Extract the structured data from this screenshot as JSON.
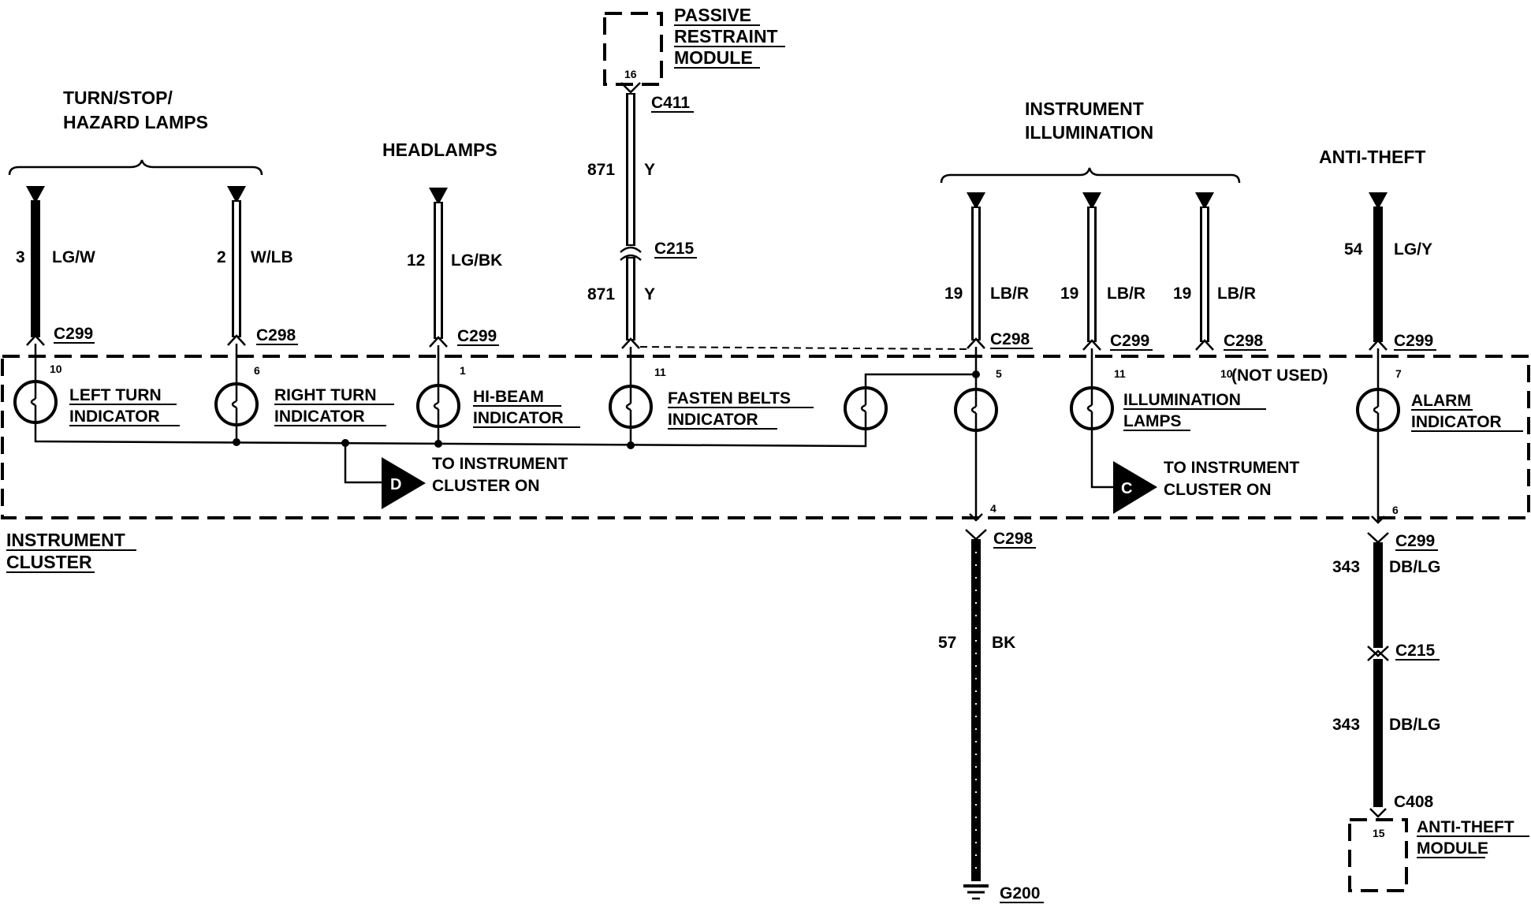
{
  "groups": {
    "turn_stop_hazard_line1": "TURN/STOP/",
    "turn_stop_hazard_line2": "HAZARD LAMPS",
    "headlamps": "HEADLAMPS",
    "instrument_illumination_line1": "INSTRUMENT",
    "instrument_illumination_line2": "ILLUMINATION",
    "anti_theft": "ANTI-THEFT"
  },
  "modules": {
    "passive_restraint_line1": "PASSIVE",
    "passive_restraint_line2": "RESTRAINT",
    "passive_restraint_line3": "MODULE",
    "passive_restraint_pin": "16",
    "instrument_cluster_line1": "INSTRUMENT",
    "instrument_cluster_line2": "CLUSTER",
    "anti_theft_module_line1": "ANTI-THEFT",
    "anti_theft_module_line2": "MODULE",
    "anti_theft_module_pin": "15"
  },
  "wires": {
    "left_turn": {
      "circuit": "3",
      "color": "LG/W",
      "connector": "C299",
      "pin": "10"
    },
    "right_turn": {
      "circuit": "2",
      "color": "W/LB",
      "connector": "C298",
      "pin": "6"
    },
    "hi_beam": {
      "circuit": "12",
      "color": "LG/BK",
      "connector": "C299",
      "pin": "1"
    },
    "fasten_belts_upper": {
      "circuit": "871",
      "color": "Y",
      "connector": "C411"
    },
    "fasten_belts_lower": {
      "circuit": "871",
      "color": "Y",
      "connector": "C215",
      "pin": "11"
    },
    "illum_1": {
      "circuit": "19",
      "color": "LB/R",
      "connector": "C298",
      "pin": "5"
    },
    "illum_2": {
      "circuit": "19",
      "color": "LB/R",
      "connector": "C299",
      "pin": "11"
    },
    "illum_3": {
      "circuit": "19",
      "color": "LB/R",
      "connector": "C298",
      "pin": "10"
    },
    "alarm": {
      "circuit": "54",
      "color": "LG/Y",
      "connector": "C299",
      "pin": "7"
    },
    "ground": {
      "circuit": "57",
      "color": "BK",
      "connector": "C298",
      "pin": "4",
      "ground": "G200"
    },
    "anti_theft_upper": {
      "circuit": "343",
      "color": "DB/LG",
      "connector": "C299",
      "pin": "6"
    },
    "anti_theft_lower": {
      "circuit": "343",
      "color": "DB/LG",
      "connector": "C215",
      "end_connector": "C408"
    }
  },
  "indicators": {
    "left_turn_line1": "LEFT TURN",
    "left_turn_line2": "INDICATOR",
    "right_turn_line1": "RIGHT TURN",
    "right_turn_line2": "INDICATOR",
    "hi_beam_line1": "HI-BEAM",
    "hi_beam_line2": "INDICATOR",
    "fasten_belts_line1": "FASTEN BELTS",
    "fasten_belts_line2": "INDICATOR",
    "illumination_line1": "ILLUMINATION",
    "illumination_line2": "LAMPS",
    "alarm_line1": "ALARM",
    "alarm_line2": "INDICATOR",
    "not_used": "(NOT USED)"
  },
  "references": {
    "d_letter": "D",
    "d_line1": "TO INSTRUMENT",
    "d_line2": "CLUSTER ON",
    "c_letter": "C",
    "c_line1": "TO INSTRUMENT",
    "c_line2": "CLUSTER ON"
  }
}
